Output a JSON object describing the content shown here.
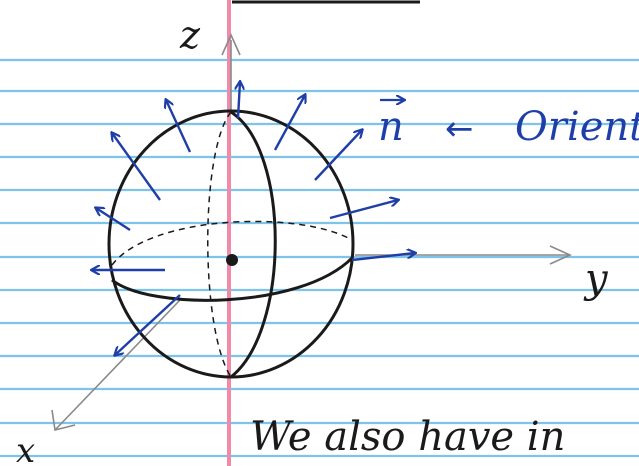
{
  "colors": {
    "paper": "#ffffff",
    "rule_line": "#7ec4ea",
    "margin_line": "#f08aa8",
    "ink_black": "#1a1a1a",
    "ink_blue": "#1f3fa8",
    "axis_gray": "#8a8a8a"
  },
  "axes": {
    "z_label": "z",
    "y_label": "y",
    "x_label": "x"
  },
  "normal_vector": {
    "symbol": "n",
    "annotation_arrow": "←",
    "annotation_text": "Orienta"
  },
  "bottom_text": "We also have in"
}
